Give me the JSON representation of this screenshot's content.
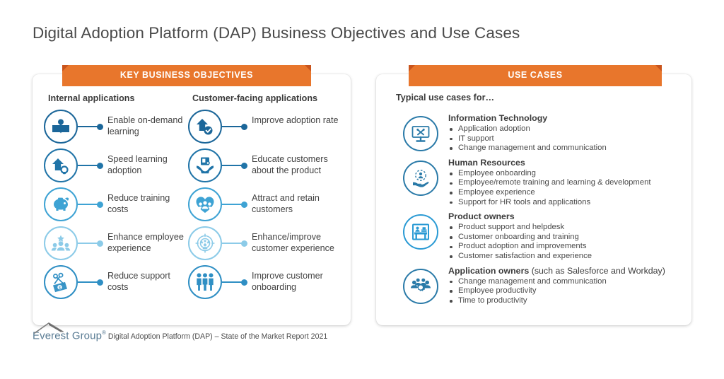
{
  "page_title": "Digital Adoption Platform (DAP) Business Objectives and Use Cases",
  "colors": {
    "banner_orange": "#e8762c",
    "banner_fold": "#c9541c",
    "icon_dark_blue": "#1b6699",
    "icon_mid_blue": "#2f8fc4",
    "icon_light_blue": "#4fb3e0",
    "icon_pale_blue": "#8ccbe8",
    "uc_icon_blue": "#2a7aa8"
  },
  "left_panel": {
    "banner": "KEY BUSINESS OBJECTIVES",
    "columns": [
      {
        "heading": "Internal applications",
        "items": [
          {
            "label": "Enable on-demand learning",
            "icon": "open-book-lightbulb-icon",
            "color": "#1b6699"
          },
          {
            "label": "Speed learning adoption",
            "icon": "up-arrow-head-icon",
            "color": "#2074a8"
          },
          {
            "label": "Reduce training costs",
            "icon": "piggy-bank-icon",
            "color": "#3ea3d4"
          },
          {
            "label": "Enhance employee experience",
            "icon": "people-star-icon",
            "color": "#8ccbe8"
          },
          {
            "label": "Reduce support costs",
            "icon": "scissors-cutting-money-icon",
            "color": "#2f8fc4"
          }
        ]
      },
      {
        "heading": "Customer-facing applications",
        "items": [
          {
            "label": "Improve adoption rate",
            "icon": "up-arrow-check-icon",
            "color": "#1b6699"
          },
          {
            "label": "Educate customers about the product",
            "icon": "hands-holding-certificate-icon",
            "color": "#2074a8"
          },
          {
            "label": "Attract and retain customers",
            "icon": "heart-people-icon",
            "color": "#3ea3d4"
          },
          {
            "label": "Enhance/improve customer experience",
            "icon": "target-person-stars-icon",
            "color": "#8ccbe8"
          },
          {
            "label": "Improve customer onboarding",
            "icon": "three-people-icon",
            "color": "#2f8fc4"
          }
        ]
      }
    ]
  },
  "right_panel": {
    "banner": "USE CASES",
    "intro": "Typical use cases for…",
    "use_cases": [
      {
        "title": "Information Technology",
        "subtitle": "",
        "icon": "monitor-tools-icon",
        "bullets": [
          "Application adoption",
          "IT support",
          "Change management and communication"
        ]
      },
      {
        "title": "Human Resources",
        "subtitle": "",
        "icon": "hand-holding-person-icon",
        "bullets": [
          "Employee onboarding",
          "Employee/remote training and learning & development",
          "Employee experience",
          "Support for HR tools and applications"
        ]
      },
      {
        "title": "Product owners",
        "subtitle": "",
        "icon": "helpdesk-counter-icon",
        "bullets": [
          "Product support and helpdesk",
          "Customer onboarding and training",
          "Product adoption and improvements",
          "Customer satisfaction and experience"
        ]
      },
      {
        "title": "Application owners",
        "subtitle": " (such as Salesforce and Workday)",
        "icon": "people-gear-icon",
        "bullets": [
          "Change management and communication",
          "Employee productivity",
          "Time to productivity"
        ]
      }
    ]
  },
  "footer": {
    "brand": "Everest Group",
    "registered_mark": "®",
    "source": "Digital Adoption Platform (DAP) – State of the Market Report 2021"
  }
}
